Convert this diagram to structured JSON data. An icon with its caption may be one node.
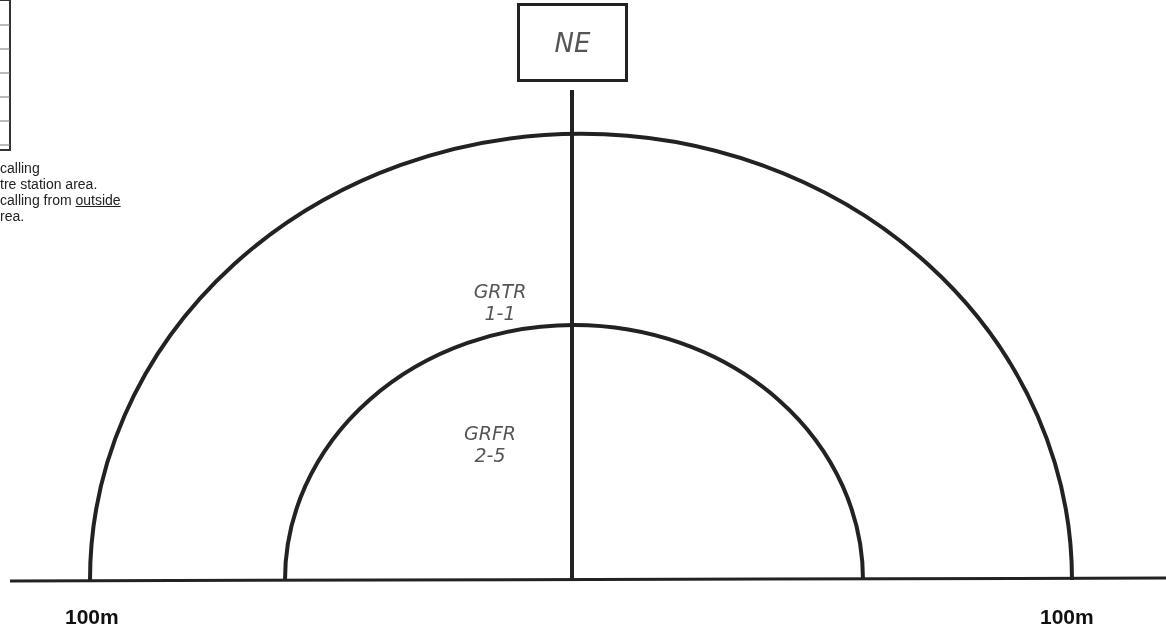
{
  "diagram": {
    "nodes": [
      {
        "text": [
          "NE"
        ]
      }
    ],
    "edges": [],
    "labels": [
      "calling",
      "tre station area.",
      "calling from outside",
      "rea.",
      "GRTR 1-1",
      "GRFR 2-5",
      "100m",
      "100m"
    ]
  }
}
